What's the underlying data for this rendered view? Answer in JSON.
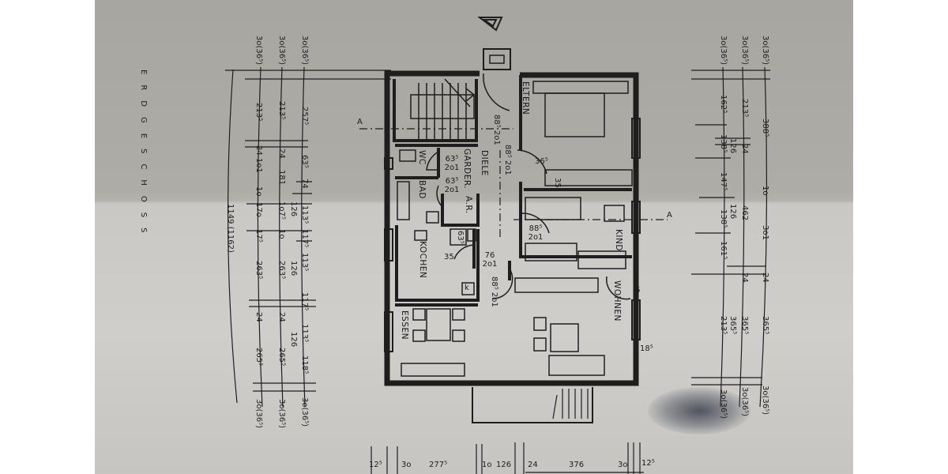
{
  "title": "ERDGESCHOSS",
  "rooms": {
    "eltern": "ELTERN",
    "kind": "KIND",
    "wohnen": "WOHNEN",
    "essen": "ESSEN",
    "kochen": "KOCHEN",
    "bad": "BAD",
    "wc": "WC",
    "garder": "GARDER.",
    "diele": "DIELE",
    "ar": "A.R."
  },
  "section_marks": {
    "left": "A",
    "right": "A"
  },
  "doors": {
    "entrance": "88⁵ 2o1",
    "eltern": "88⁵ 2o1",
    "wc": "63⁵ 2o1",
    "bad": "63⁵ 2o1",
    "kind": "88⁵ 2o1",
    "kochen": "76 2o1",
    "wohnen": "88⁵ 2o1"
  },
  "fixtures": {
    "eltern_a": "36⁵",
    "eltern_b": "35",
    "kochen_a": "63⁵",
    "kochen_b": "35",
    "kochen_k": "k",
    "wohnen_a": "6",
    "wohnen_b": "18⁵"
  },
  "overall_dimension": "1149 (1162)",
  "dims_left": {
    "outer": [
      "3o(36⁵)",
      "257⁵",
      "63⁵",
      "74",
      "113⁵",
      "117⁵",
      "113⁵",
      "117⁵",
      "113⁵",
      "118⁵",
      "3o(36⁵)"
    ],
    "outer_extra": [
      "126",
      "126",
      "126"
    ],
    "middle": [
      "3o(36⁵)",
      "213⁵",
      "24",
      "181",
      "1o7⁵",
      "1o",
      "263⁵",
      "24",
      "265⁵",
      "3o(36⁵)"
    ],
    "inner": [
      "3o(36⁵)",
      "213⁵",
      "24 1o1",
      "1o",
      "17o",
      "17⁵",
      "263⁵",
      "24",
      "265⁵",
      "3o(36⁵)"
    ]
  },
  "dims_right": {
    "outer": [
      "3o(36⁵)",
      "388⁵",
      "1o",
      "3o1",
      "24",
      "365⁵",
      "3o(36⁵)"
    ],
    "middle": [
      "3o(36⁵)",
      "213⁵",
      "24",
      "462",
      "24",
      "365⁵",
      "3o(36⁵)"
    ],
    "inner": [
      "3o(36⁵)",
      "162⁵",
      "126",
      "138⁵",
      "147⁵",
      "126",
      "138⁵",
      "161⁵",
      "365⁵",
      "213⁵",
      "3o(36⁵)"
    ]
  },
  "dims_bottom": [
    "12⁵",
    "3o",
    "277⁵",
    "1o",
    "126",
    "24",
    "376",
    "3o",
    "12⁵"
  ]
}
